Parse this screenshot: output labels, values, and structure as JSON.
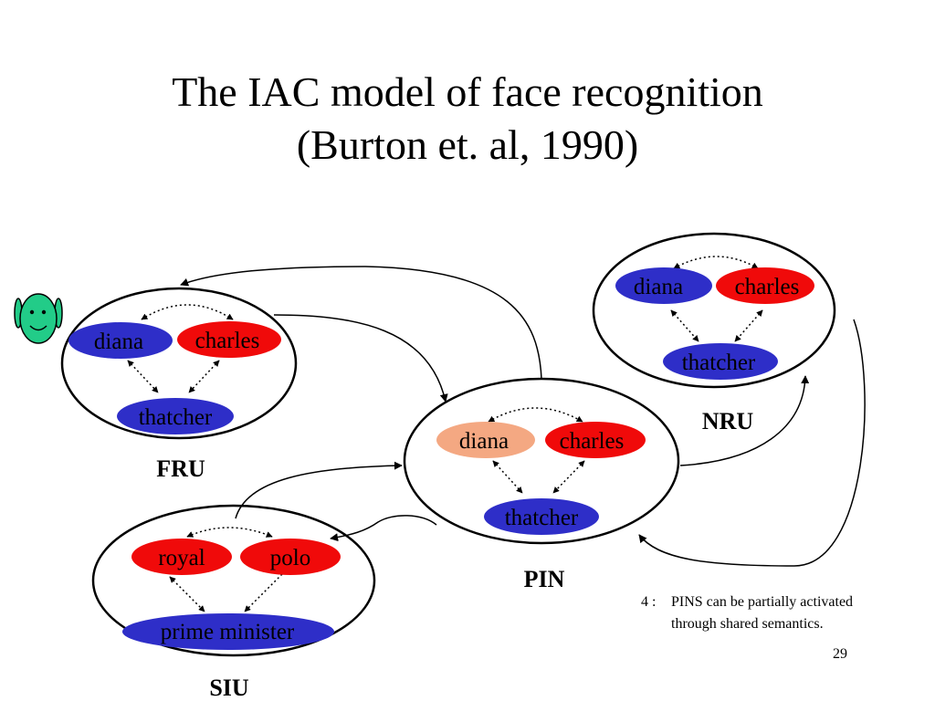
{
  "slide": {
    "title_line1": "The IAC model of face recognition",
    "title_line2": "(Burton et. al, 1990)",
    "page_number": "29"
  },
  "colors": {
    "blue_node": "#2e2ec8",
    "red_node": "#f00a0a",
    "peach_node": "#f4a882",
    "face": "#22cc88"
  },
  "modules": {
    "fru": {
      "label": "FRU",
      "nodes": [
        "diana",
        "charles",
        "thatcher"
      ]
    },
    "nru": {
      "label": "NRU",
      "nodes": [
        "diana",
        "charles",
        "thatcher"
      ]
    },
    "pin": {
      "label": "PIN",
      "nodes": [
        "diana",
        "charles",
        "thatcher"
      ]
    },
    "siu": {
      "label": "SIU",
      "nodes": [
        "royal",
        "polo",
        "prime minister"
      ]
    }
  },
  "note": {
    "number": "4 :",
    "line1": "PINS can be partially activated",
    "line2": "through shared semantics."
  },
  "icons": {
    "face": "smiley-face-icon"
  }
}
